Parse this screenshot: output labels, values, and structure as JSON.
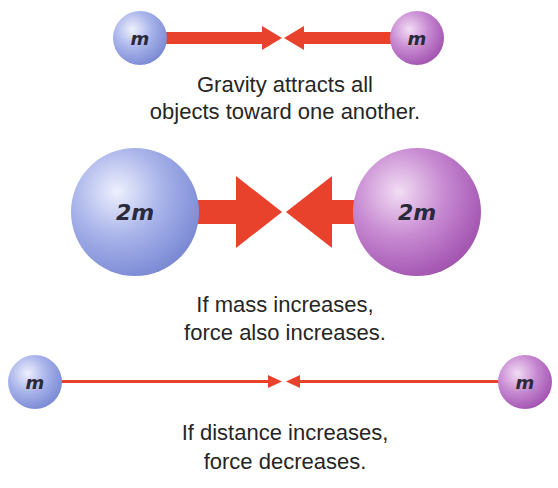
{
  "diagram": {
    "nodes": [
      {
        "text": [
          "m"
        ]
      },
      {
        "text": [
          "m"
        ]
      },
      {
        "text": [
          "2m"
        ]
      },
      {
        "text": [
          "2m"
        ]
      },
      {
        "text": [
          "m"
        ]
      },
      {
        "text": [
          "m"
        ]
      }
    ],
    "labels": [
      "Gravity attracts all objects toward one another.",
      "If mass increases, force also increases.",
      "If distance increases, force decreases."
    ]
  }
}
